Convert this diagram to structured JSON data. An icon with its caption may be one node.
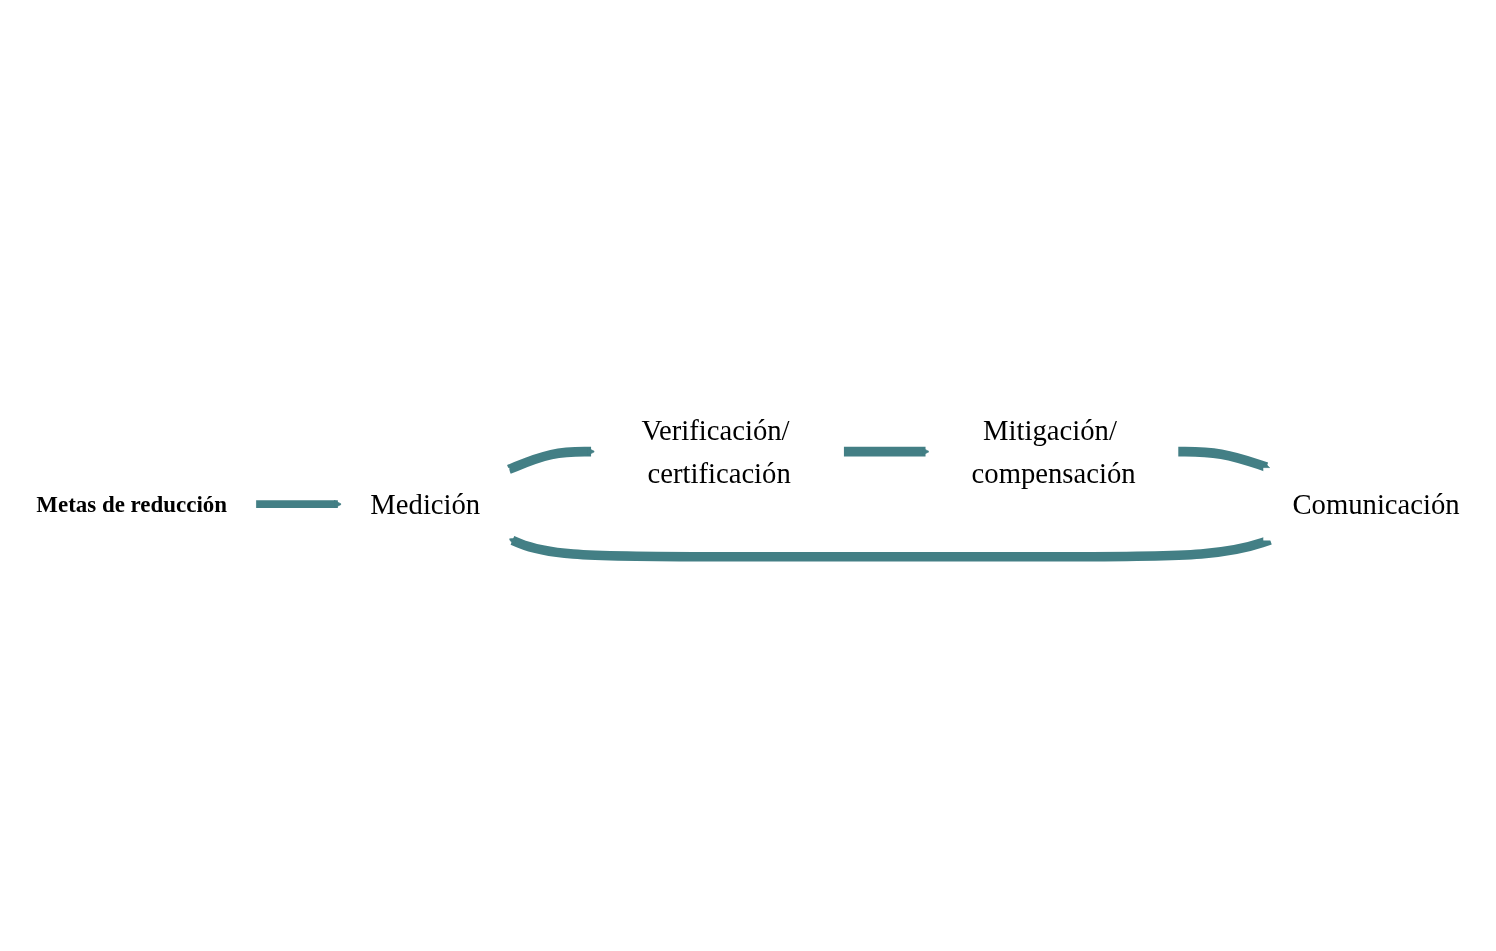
{
  "diagram": {
    "nodes": [
      {
        "text": [
          "Medición"
        ]
      },
      {
        "text": [
          "Verificación/ certificación"
        ]
      },
      {
        "text": [
          "Mitigación/ compensación"
        ]
      },
      {
        "text": [
          "Comunicación"
        ]
      },
      {
        "text": [
          "Metas de reducción"
        ]
      }
    ],
    "edges": [
      {
        "from": 0,
        "to": 1,
        "arrow": "to"
      },
      {
        "from": 1,
        "to": 2,
        "arrow": "to"
      },
      {
        "from": 2,
        "to": 3,
        "arrow": "to"
      },
      {
        "from": 3,
        "to": 0,
        "arrow": "to"
      },
      {
        "from": 4,
        "to": 0,
        "arrow": "to"
      }
    ]
  }
}
